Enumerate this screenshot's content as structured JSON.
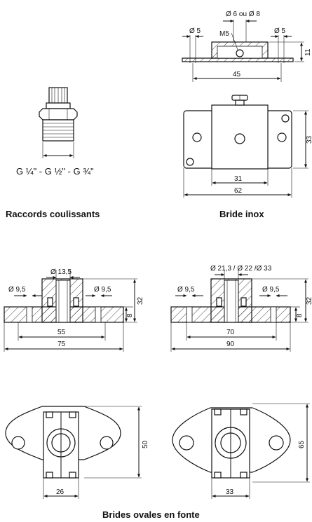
{
  "captions": {
    "raccords": "Raccords coulissants",
    "bride_inox": "Bride inox",
    "brides_ovales": "Brides ovales en fonte"
  },
  "raccord": {
    "thread_sizes": "G ¼\" - G ½\" - G ¾\""
  },
  "bride_inox_side": {
    "tube_diameter": "Ø 6 ou Ø 8",
    "screw": "M5",
    "hole_left": "Ø 5",
    "hole_right": "Ø 5",
    "height": "11",
    "spacing": "45"
  },
  "bride_inox_top": {
    "height": "33",
    "inner_width": "31",
    "outer_width": "62"
  },
  "bride_ovale_small": {
    "bore": "Ø 13,5",
    "hole_left": "Ø 9,5",
    "hole_right": "Ø 9,5",
    "height": "32",
    "base_height": "8",
    "spacing": "55",
    "width": "75",
    "plan_height": "50",
    "plan_width": "26"
  },
  "bride_ovale_large": {
    "bore": "Ø 21,3 / Ø 22 /Ø 33",
    "hole_left": "Ø 9,5",
    "hole_right": "Ø 9,5",
    "height": "32",
    "base_height": "8",
    "spacing": "70",
    "width": "90",
    "plan_height": "65",
    "plan_width": "33"
  }
}
